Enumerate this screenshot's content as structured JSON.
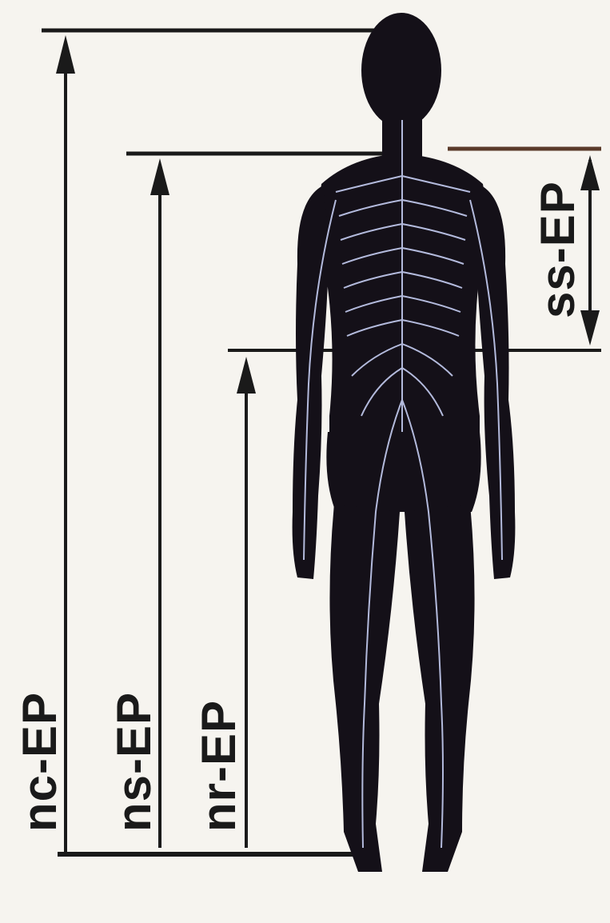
{
  "labels": {
    "nc": "nc-EP",
    "ns": "ns-EP",
    "nr": "nr-EP",
    "ss": "ss-EP"
  },
  "colors": {
    "background": "#f6f4ef",
    "line": "#1a1a1a",
    "body": "#141018",
    "nerve_highlight": "#cfd8ff",
    "ss_reference_line": "#5a3a2a"
  }
}
